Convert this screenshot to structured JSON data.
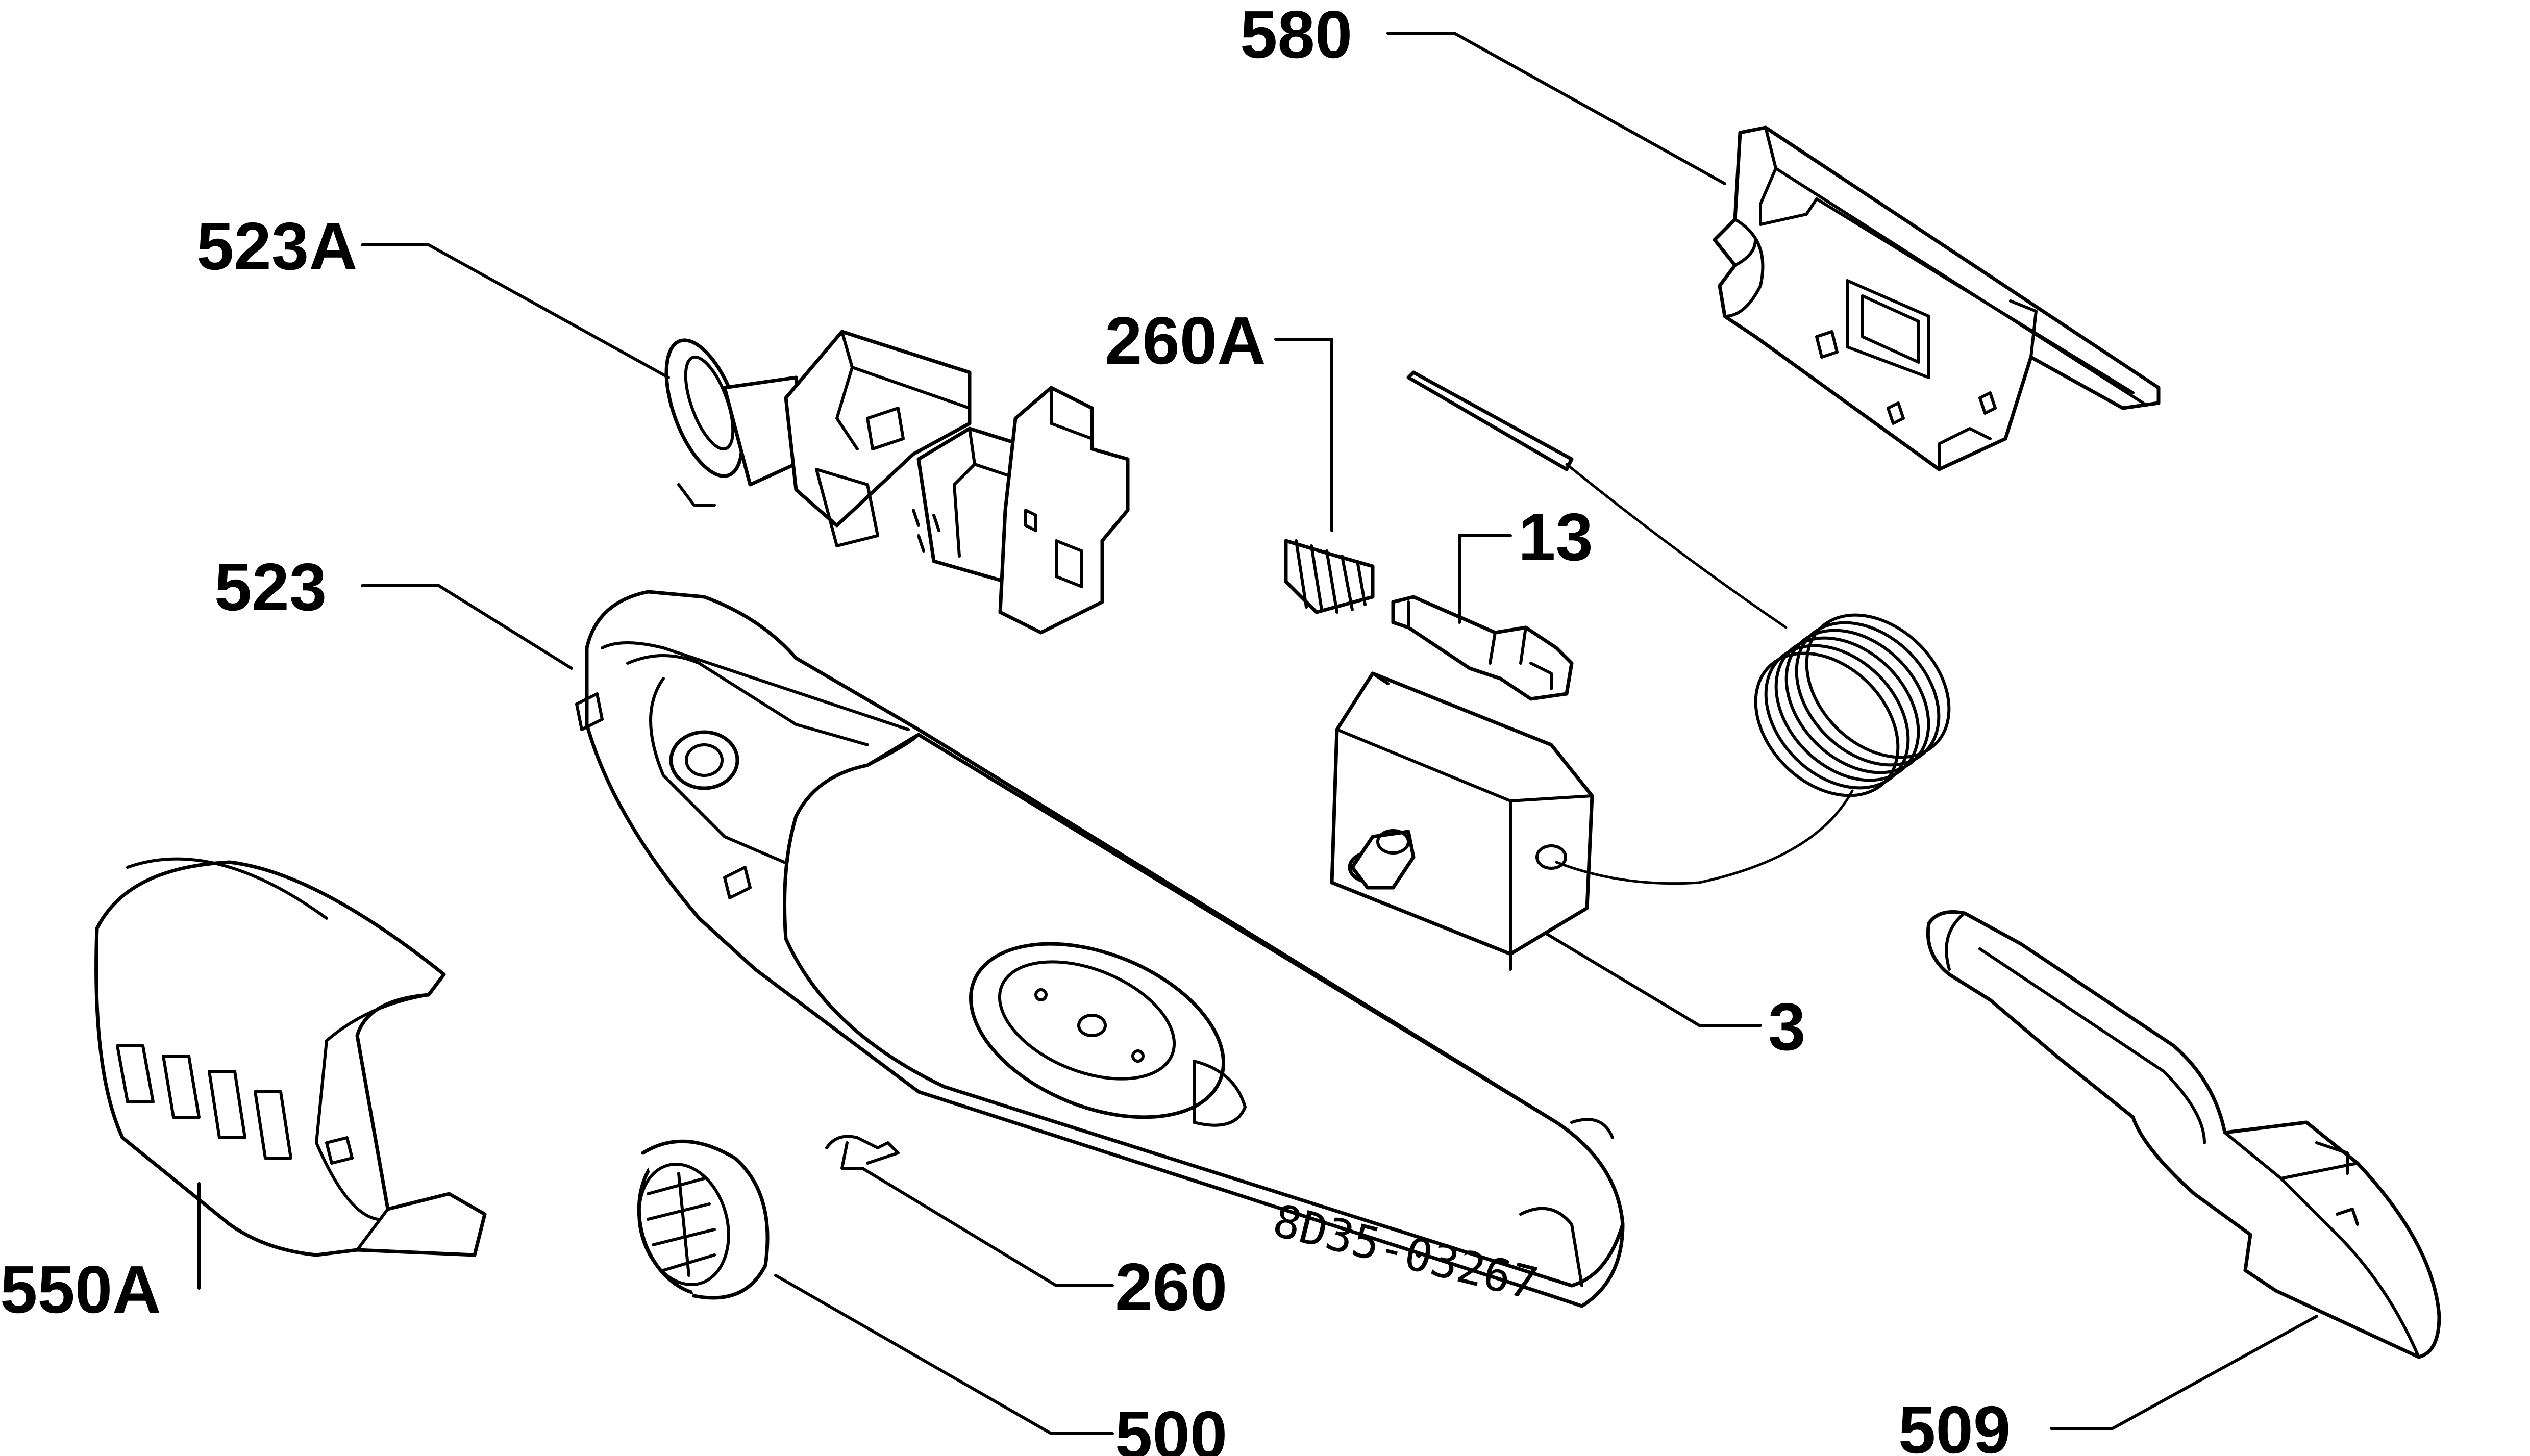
{
  "diagram": {
    "reference_code": "8D35-03267",
    "labels": {
      "p580": "580",
      "p523a": "523A",
      "p260a": "260A",
      "p13": "13",
      "p523": "523",
      "p3": "3",
      "p550a": "550A",
      "p260": "260",
      "p500": "500",
      "p509": "509"
    }
  }
}
